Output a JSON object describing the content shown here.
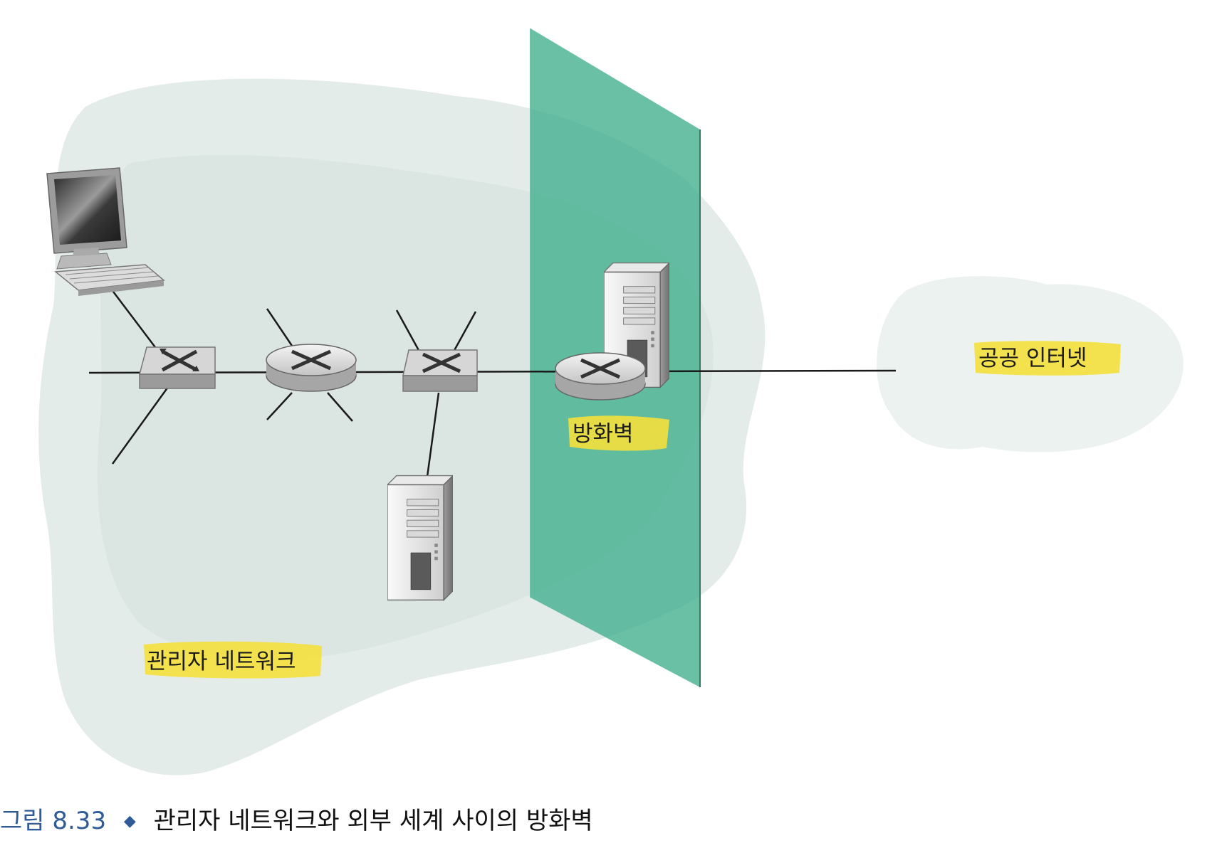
{
  "diagram": {
    "labels": {
      "admin_network": "관리자 네트워크",
      "firewall": "방화벽",
      "public_internet": "공공 인터넷"
    },
    "colors": {
      "firewall_panel": "#3fae8c",
      "highlight": "#f4e03c",
      "admin_cloud": "#dfe9e6",
      "internet_cloud": "#eaf1ee",
      "caption_accent": "#2f5b97"
    },
    "icons": [
      "desktop-computer-icon",
      "switch-icon",
      "router-icon",
      "server-icon"
    ]
  },
  "caption": {
    "number": "그림 8.33",
    "bullet": "◆",
    "text": "관리자 네트워크와 외부 세계 사이의 방화벽"
  }
}
